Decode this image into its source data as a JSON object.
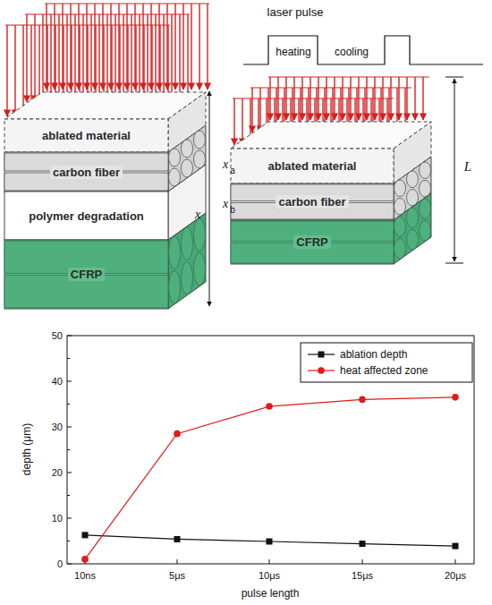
{
  "diagram": {
    "nodes": [
      {
        "text": [
          "ablated material"
        ]
      },
      {
        "text": [
          "carbon fiber"
        ]
      },
      {
        "text": [
          "polymer degradation"
        ]
      },
      {
        "text": [
          "CFRP"
        ]
      },
      {
        "text": [
          "ablated material"
        ]
      },
      {
        "text": [
          "carbon fiber"
        ]
      },
      {
        "text": [
          "CFRP"
        ]
      }
    ],
    "labels": [
      "laser pulse",
      "heating",
      "cooling",
      "x",
      "a",
      "x",
      "b",
      "x",
      "L",
      "50",
      "40",
      "30",
      "20",
      "10",
      "0",
      "depth (μm)",
      "10ns",
      "5μs",
      "10μs",
      "15μs",
      "20μs",
      "pulse length"
    ],
    "legend": [
      {
        "text": "ablation depth"
      },
      {
        "text": "heat affected zone"
      }
    ]
  }
}
